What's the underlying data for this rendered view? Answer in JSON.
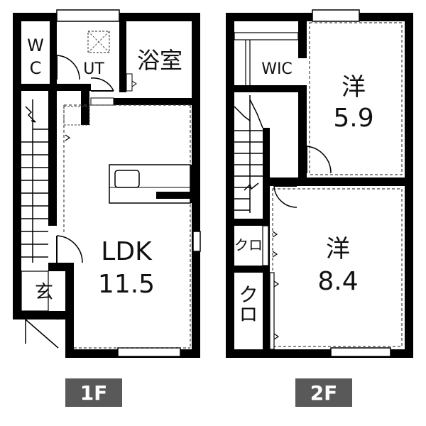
{
  "floor1": {
    "badge": "1F",
    "rooms": {
      "wc_top": "W",
      "wc_bottom": "C",
      "ut": "UT",
      "bath": "浴室",
      "ldk_name": "LDK",
      "ldk_size": "11.5",
      "entrance": "玄"
    }
  },
  "floor2": {
    "badge": "2F",
    "rooms": {
      "wic": "WIC",
      "western1_name": "洋",
      "western1_size": "5.9",
      "western2_name": "洋",
      "western2_size": "8.4",
      "closet1": "クロ",
      "closet2": "クロ"
    }
  },
  "colors": {
    "wall": "#000000",
    "background": "#ffffff",
    "badge": "#595959",
    "dashed": "#444444"
  }
}
